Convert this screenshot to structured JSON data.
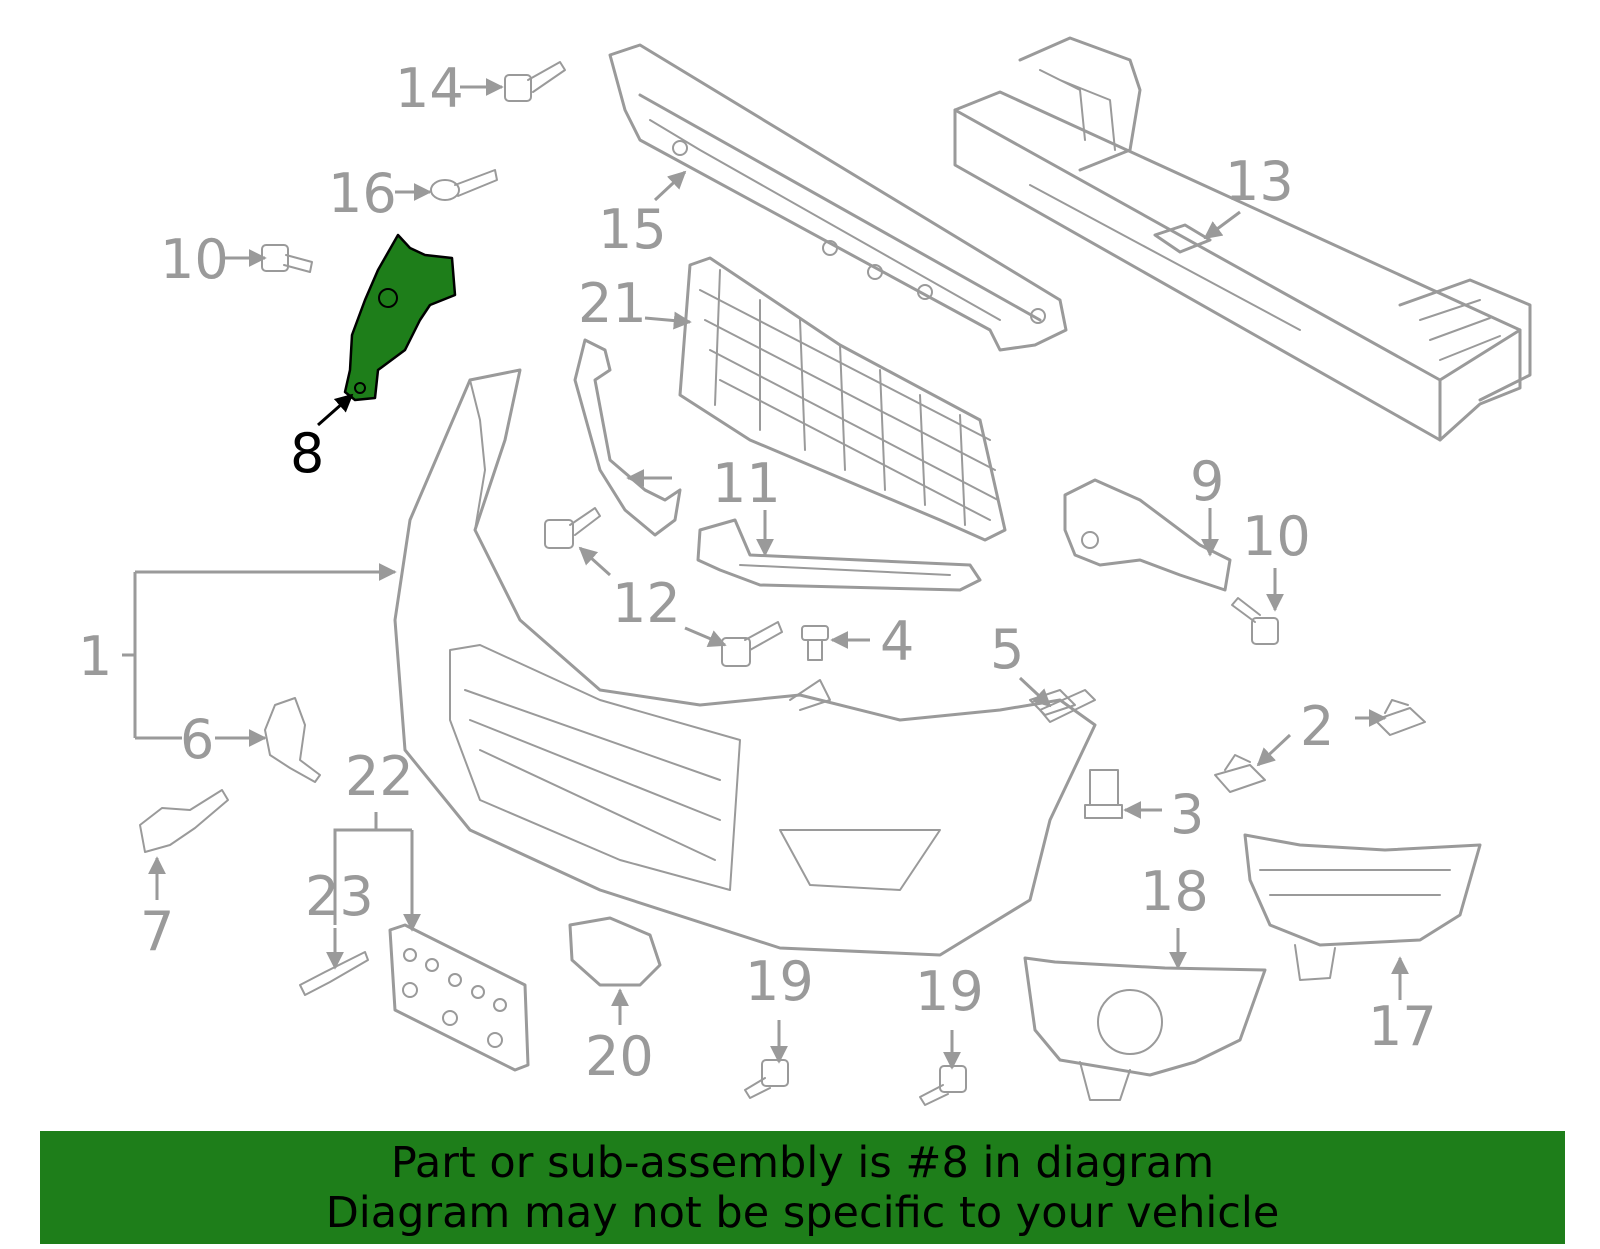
{
  "highlight_color": "#1e7e1a",
  "banner_color": "#1e7e1a",
  "callouts": {
    "c1": "1",
    "c2": "2",
    "c3": "3",
    "c4": "4",
    "c5": "5",
    "c6": "6",
    "c7": "7",
    "c8": "8",
    "c9": "9",
    "c10a": "10",
    "c10b": "10",
    "c11": "11",
    "c12": "12",
    "c13": "13",
    "c14": "14",
    "c15": "15",
    "c16": "16",
    "c17": "17",
    "c18": "18",
    "c19a": "19",
    "c19b": "19",
    "c20": "20",
    "c21": "21",
    "c22": "22",
    "c23": "23"
  },
  "banner": {
    "line1": "Part or sub-assembly is #8 in diagram",
    "line2": "Diagram may not be specific to your vehicle"
  }
}
